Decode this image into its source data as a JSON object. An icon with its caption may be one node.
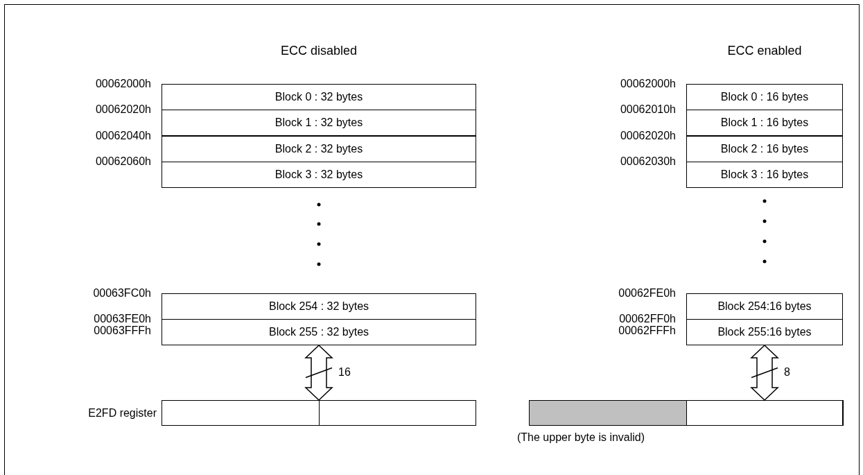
{
  "diagram": {
    "nodes": [
      {
        "text": [
          "Block 0 : 32 bytes"
        ],
        "beside": [
          "00062000h"
        ]
      },
      {
        "text": [
          "Block 1 : 32 bytes"
        ],
        "beside": [
          "00062020h"
        ]
      },
      {
        "text": [
          "Block 2 : 32 bytes"
        ],
        "beside": [
          "00062040h"
        ]
      },
      {
        "text": [
          "Block 3 : 32 bytes"
        ],
        "beside": [
          "00062060h"
        ]
      },
      {
        "text": [
          "Block 254 : 32 bytes"
        ],
        "beside": [
          "00063FC0h"
        ]
      },
      {
        "text": [
          "Block 255 : 32 bytes"
        ],
        "beside": [
          "00063FE0h",
          "00063FFFh"
        ]
      },
      {
        "text": [],
        "shape": "box",
        "beside": [
          "E2FD register"
        ]
      },
      {
        "text": [
          "Block 0 : 16 bytes"
        ],
        "beside": [
          "00062000h"
        ]
      },
      {
        "text": [
          "Block 1 : 16 bytes"
        ],
        "beside": [
          "00062010h"
        ]
      },
      {
        "text": [
          "Block 2 : 16 bytes"
        ],
        "beside": [
          "00062020h"
        ]
      },
      {
        "text": [
          "Block 3 : 16 bytes"
        ],
        "beside": [
          "00062030h"
        ]
      },
      {
        "text": [
          "Block 254:16 bytes"
        ],
        "beside": [
          "00062FE0h"
        ]
      },
      {
        "text": [
          "Block 255:16 bytes"
        ],
        "beside": [
          "00062FF0h",
          "00062FFFh"
        ]
      },
      {
        "text": [],
        "shape": "box"
      },
      {
        "text": [],
        "shape": "box",
        "in": 13,
        "beside": [
          "(The upper byte is invalid)"
        ]
      },
      {
        "text": [],
        "shape": "box",
        "in": 13
      }
    ],
    "edges": [
      {
        "from": 5,
        "to": 6,
        "arrow": "both",
        "label": "16"
      },
      {
        "from": 12,
        "to": 13,
        "arrow": "both",
        "label": "8"
      }
    ],
    "labels": [
      "ECC disabled",
      "ECC enabled"
    ]
  }
}
